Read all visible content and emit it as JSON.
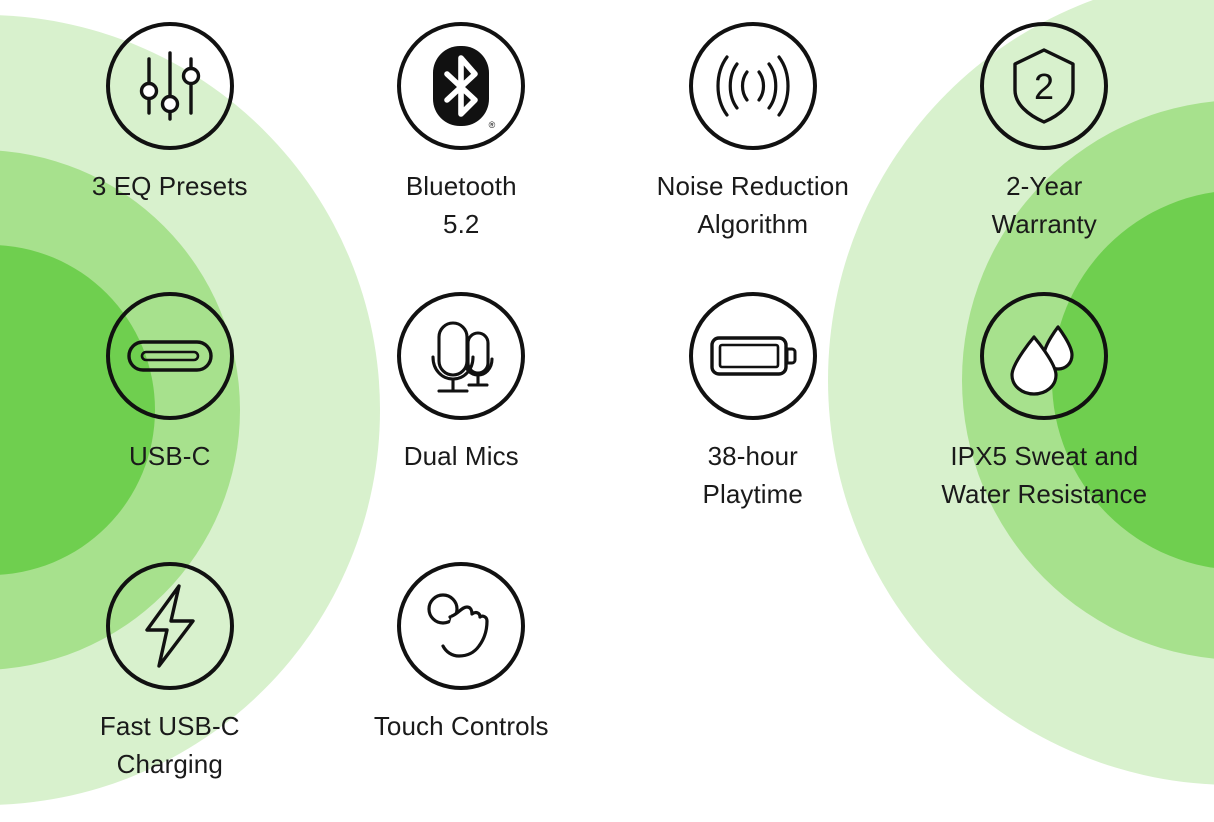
{
  "palette": {
    "background": "#ffffff",
    "text": "#1a1a1a",
    "stroke": "#111111",
    "green_outer": "#d8f1cd",
    "green_mid": "#a7e18d",
    "green_inner": "#6fcf4f"
  },
  "background_shapes": {
    "left_cluster": [
      {
        "name": "left-outer-circle",
        "color": "#d8f1cd"
      },
      {
        "name": "left-mid-circle",
        "color": "#a7e18d"
      },
      {
        "name": "left-inner-circle",
        "color": "#6fcf4f"
      }
    ],
    "right_cluster": [
      {
        "name": "right-outer-circle",
        "color": "#d8f1cd"
      },
      {
        "name": "right-mid-circle",
        "color": "#a7e18d"
      },
      {
        "name": "right-inner-circle",
        "color": "#6fcf4f"
      }
    ]
  },
  "features": [
    {
      "icon": "equalizer-sliders-icon",
      "label": "3 EQ Presets"
    },
    {
      "icon": "bluetooth-icon",
      "label": "Bluetooth\n5.2",
      "mark": "®"
    },
    {
      "icon": "sound-waves-icon",
      "label": "Noise Reduction\nAlgorithm"
    },
    {
      "icon": "shield-warranty-icon",
      "label": "2-Year\nWarranty",
      "shield_value": "2"
    },
    {
      "icon": "usb-c-port-icon",
      "label": "USB-C"
    },
    {
      "icon": "dual-microphones-icon",
      "label": "Dual Mics"
    },
    {
      "icon": "battery-icon",
      "label": "38-hour\nPlaytime"
    },
    {
      "icon": "water-droplets-icon",
      "label": "IPX5 Sweat and\nWater Resistance"
    },
    {
      "icon": "lightning-bolt-icon",
      "label": "Fast USB-C\nCharging"
    },
    {
      "icon": "touch-hand-icon",
      "label": "Touch Controls"
    }
  ]
}
